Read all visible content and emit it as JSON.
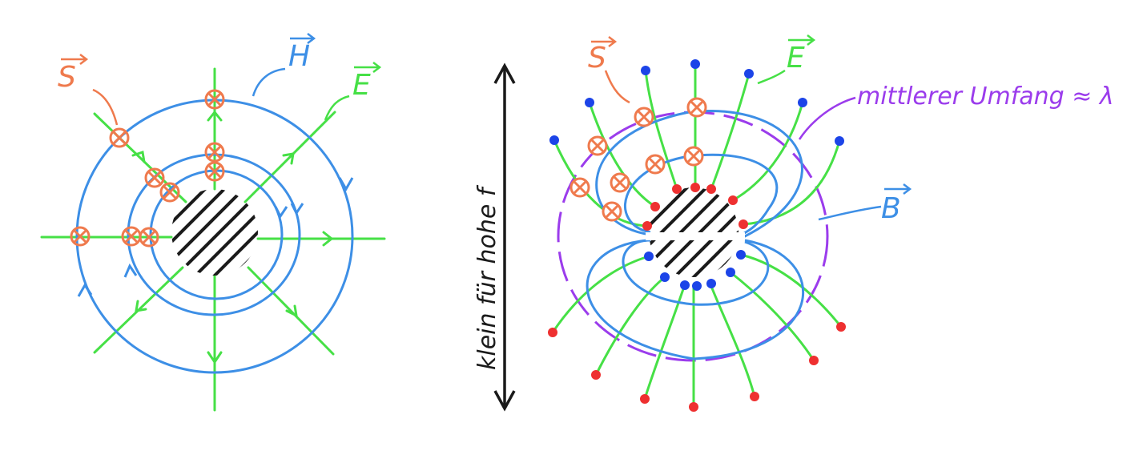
{
  "colors": {
    "poynting": "#ef7a4d",
    "magnetic": "#3d8fe6",
    "electric": "#46e046",
    "dashed": "#9b3cec",
    "ink": "#1a1a1a",
    "dot_blue": "#1c44e8",
    "dot_red": "#ee3030"
  },
  "left_diagram": {
    "label_s": "S",
    "label_h": "H",
    "label_e": "E"
  },
  "right_diagram": {
    "label_s": "S",
    "label_e": "E",
    "label_b": "B",
    "annotation": "mittlerer Umfang ≈ λ"
  },
  "axis": {
    "label": "klein für hohe f"
  }
}
